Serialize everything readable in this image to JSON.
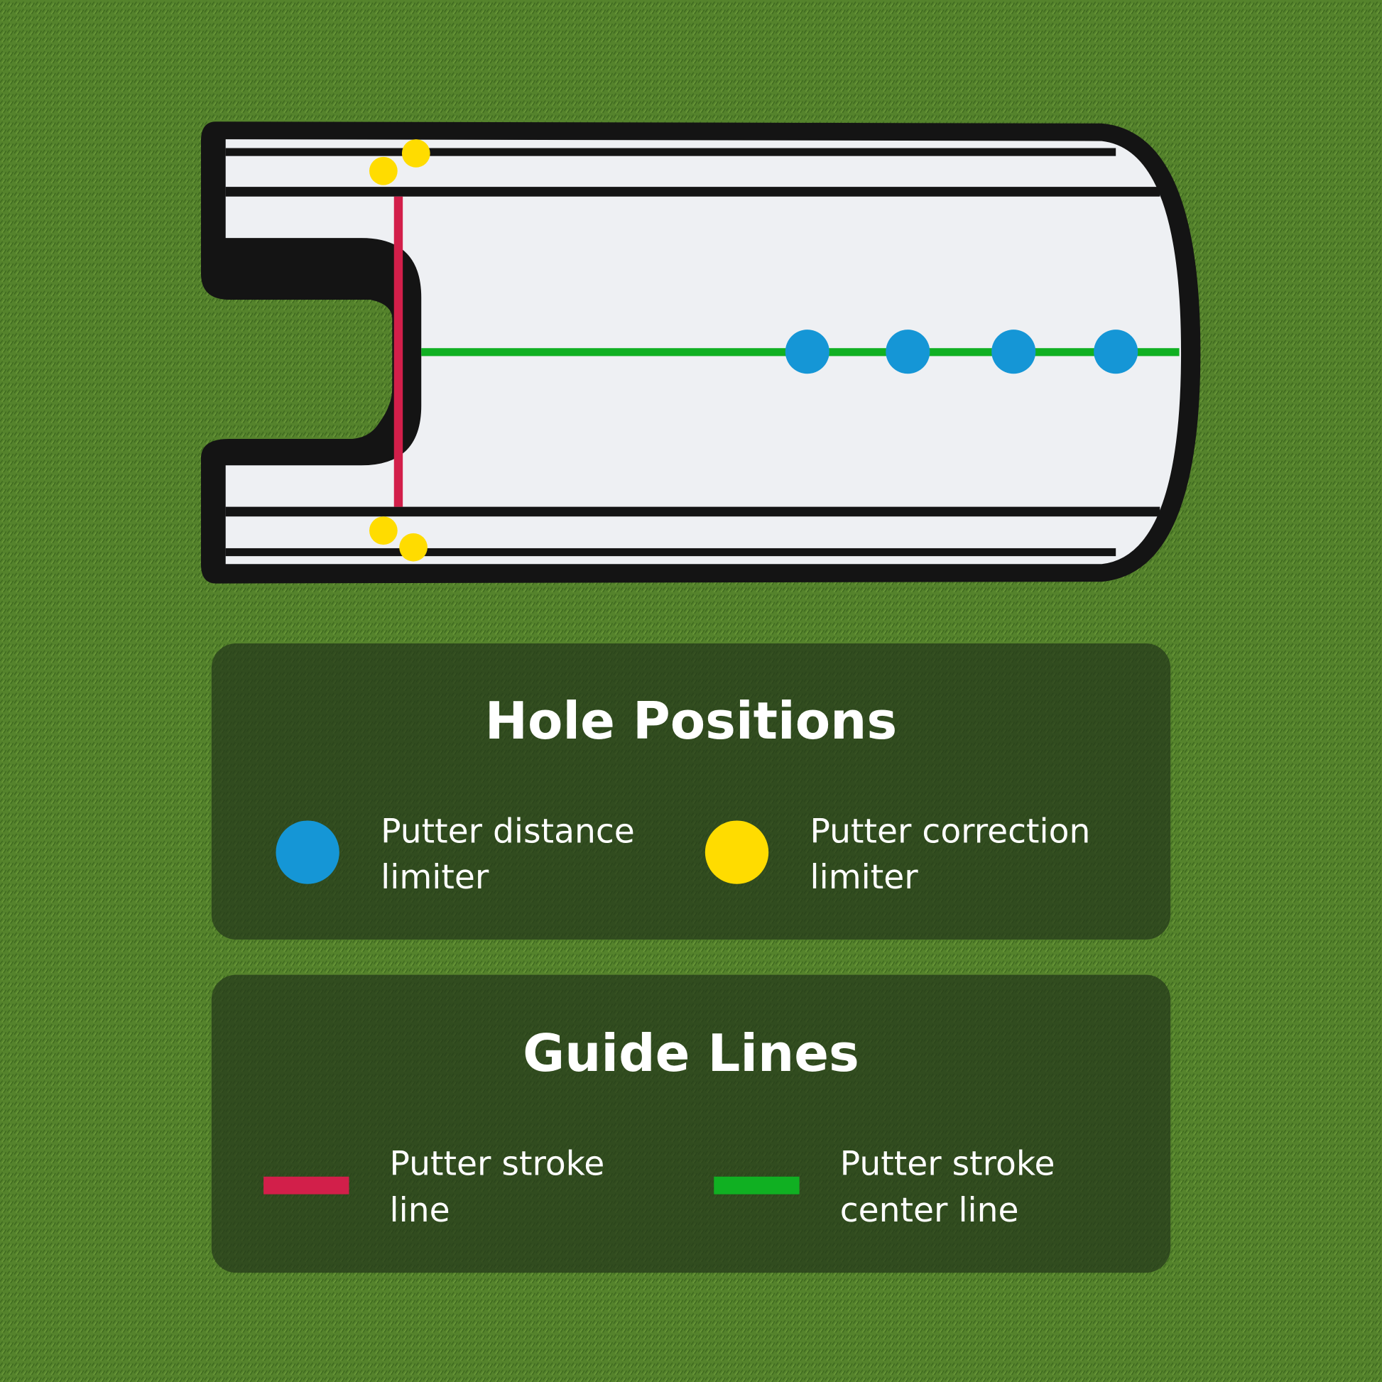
{
  "colors": {
    "grass": "#4f7a2a",
    "blue": "#1596d6",
    "yellow": "#ffdc00",
    "red": "#d21f4a",
    "green": "#10b022"
  },
  "hole_positions": {
    "title": "Hole Positions",
    "items": [
      {
        "line1": "Putter distance",
        "line2": "limiter",
        "color": "#1596d6",
        "icon": "blue-dot-icon"
      },
      {
        "line1": "Putter correction",
        "line2": "limiter",
        "color": "#ffdc00",
        "icon": "yellow-dot-icon"
      }
    ]
  },
  "guide_lines": {
    "title": "Guide Lines",
    "items": [
      {
        "line1": "Putter stroke",
        "line2": "line",
        "color": "#d21f4a",
        "icon": "red-line-icon"
      },
      {
        "line1": "Putter stroke",
        "line2": "center line",
        "color": "#10b022",
        "icon": "green-line-icon"
      }
    ]
  }
}
